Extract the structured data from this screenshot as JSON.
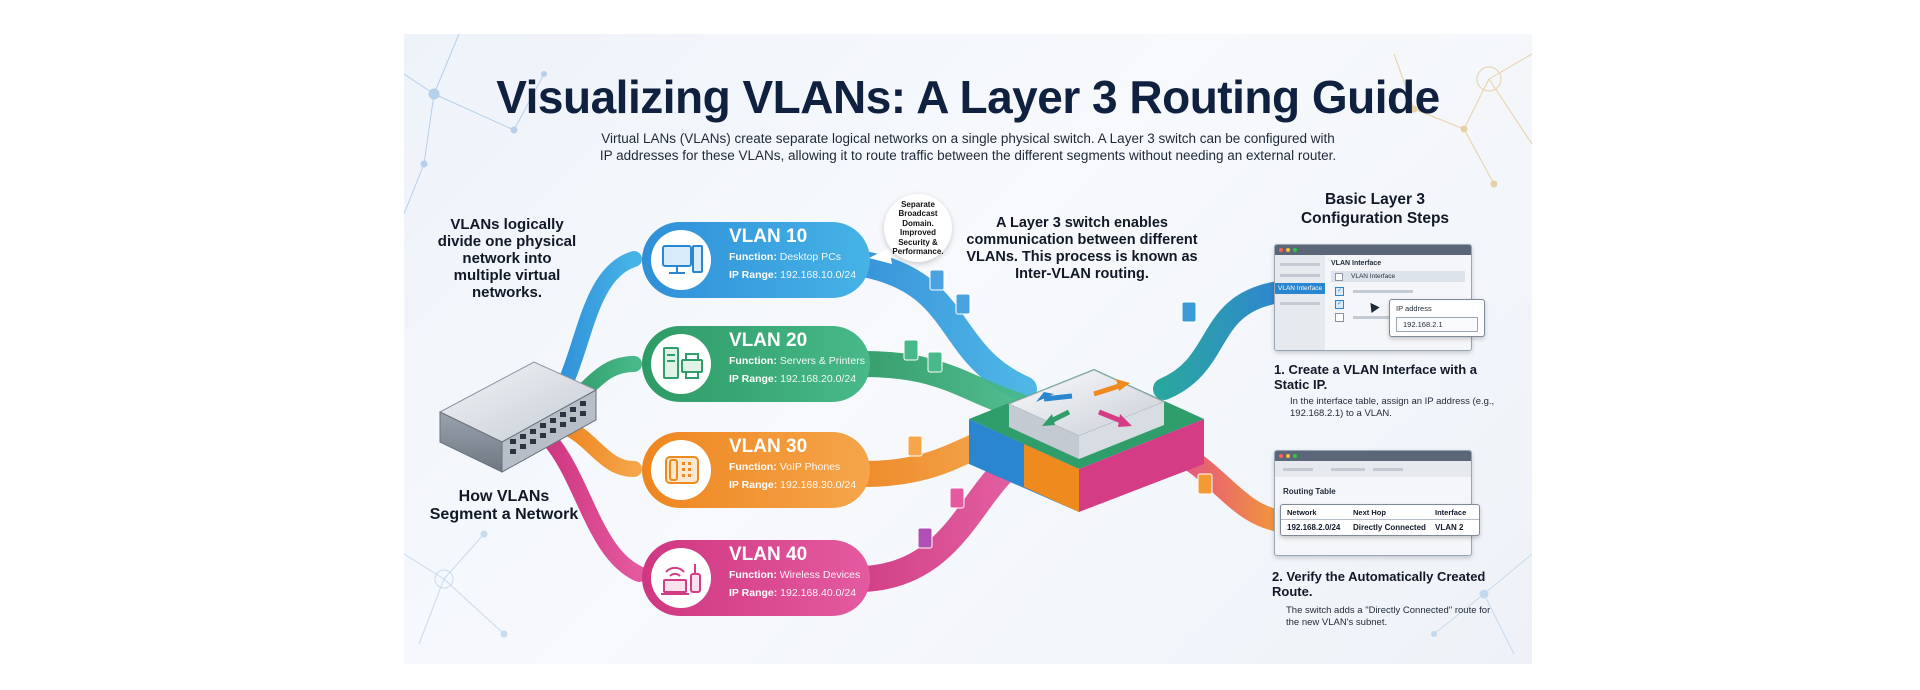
{
  "title": "Visualizing VLANs: A Layer 3 Routing Guide",
  "subtitle_line1": "Virtual LANs (VLANs) create separate logical networks on a single physical switch. A Layer 3 switch can be configured with",
  "subtitle_line2": "IP addresses for these VLANs, allowing it to route traffic between the different segments without needing an external router.",
  "left_text": "VLANs logically divide one physical network into multiple virtual networks.",
  "bottom_left_text": "How VLANs Segment a Network",
  "bubble_text": "Separate Broadcast Domain. Improved Security & Performance.",
  "labels": {
    "function": "Function:",
    "ip_range": "IP Range:"
  },
  "vlans": [
    {
      "name": "VLAN 10",
      "function": "Desktop PCs",
      "ip_range": "192.168.10.0/24",
      "color": "#2a86cf",
      "icon": "desktop-pc-icon"
    },
    {
      "name": "VLAN 20",
      "function": "Servers & Printers",
      "ip_range": "192.168.20.0/24",
      "color": "#2f9e6a",
      "icon": "server-printer-icon"
    },
    {
      "name": "VLAN 30",
      "function": "VoIP Phones",
      "ip_range": "192.168.30.0/24",
      "color": "#ef8a1f",
      "icon": "voip-phone-icon"
    },
    {
      "name": "VLAN 40",
      "function": "Wireless Devices",
      "ip_range": "192.168.40.0/24",
      "color": "#d43d86",
      "icon": "wireless-device-icon"
    }
  ],
  "center_text": "A Layer 3 switch enables communication between different VLANs. This process is known as Inter-VLAN routing.",
  "config_title": "Basic Layer 3 Configuration Steps",
  "step1": {
    "title": "1.  Create a VLAN Interface with a Static IP.",
    "desc": "In the interface table, assign an IP address (e.g., 192.168.2.1) to a VLAN.",
    "window_header": "VLAN Interface",
    "sidebar_selected": "VLAN Interface",
    "table_header": "VLAN Interface",
    "popup_label": "IP address",
    "popup_value": "192.168.2.1"
  },
  "step2": {
    "title": "2. Verify the Automatically Created Route.",
    "desc": "The switch adds a \"Directly Connected\" route for the new VLAN's subnet.",
    "window_header": "Routing Table",
    "columns": [
      "Network",
      "Next Hop",
      "Interface"
    ],
    "row": [
      "192.168.2.0/24",
      "Directly Connected",
      "VLAN 2"
    ]
  },
  "colors": {
    "blue": "#2a86cf",
    "green": "#2f9e6a",
    "orange": "#ef8a1f",
    "pink": "#d43d86",
    "title": "#10213f"
  }
}
